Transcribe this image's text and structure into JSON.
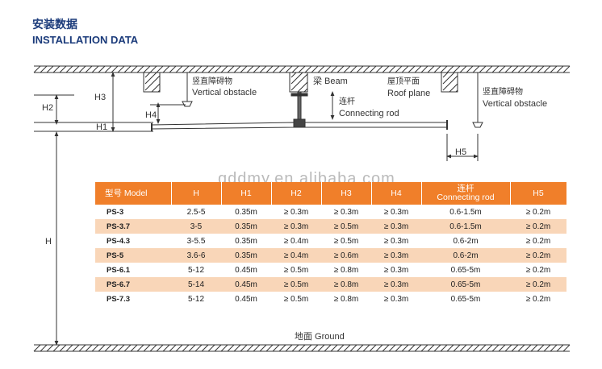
{
  "heading": {
    "cn": "安装数据",
    "en": "INSTALLATION DATA"
  },
  "diagram": {
    "labels": {
      "H": "H",
      "H1": "H1",
      "H2": "H2",
      "H3": "H3",
      "H4": "H4",
      "H5": "H5",
      "obstacle_left_cn": "竖直障碍物",
      "obstacle_left_en": "Vertical obstacle",
      "beam": "梁 Beam",
      "roof_cn": "屋顶平面",
      "roof_en": "Roof plane",
      "rod_cn": "连杆",
      "rod_en": "Connecting rod",
      "obstacle_right_cn": "竖直障碍物",
      "obstacle_right_en": "Vertical obstacle"
    },
    "ground": "地面 Ground",
    "watermark": "qddmy.en.alibaba.com"
  },
  "table": {
    "headers": [
      "型号 Model",
      "H",
      "H1",
      "H2",
      "H3",
      "H4",
      "连杆",
      "H5"
    ],
    "rod_header_en": "Connecting rod",
    "rows": [
      [
        "PS-3",
        "2.5-5",
        "0.35m",
        "≥ 0.3m",
        "≥ 0.3m",
        "≥ 0.3m",
        "0.6-1.5m",
        "≥ 0.2m"
      ],
      [
        "PS-3.7",
        "3-5",
        "0.35m",
        "≥ 0.3m",
        "≥ 0.5m",
        "≥ 0.3m",
        "0.6-1.5m",
        "≥ 0.2m"
      ],
      [
        "PS-4.3",
        "3-5.5",
        "0.35m",
        "≥ 0.4m",
        "≥ 0.5m",
        "≥ 0.3m",
        "0.6-2m",
        "≥ 0.2m"
      ],
      [
        "PS-5",
        "3.6-6",
        "0.35m",
        "≥ 0.4m",
        "≥ 0.6m",
        "≥ 0.3m",
        "0.6-2m",
        "≥ 0.2m"
      ],
      [
        "PS-6.1",
        "5-12",
        "0.45m",
        "≥ 0.5m",
        "≥ 0.8m",
        "≥ 0.3m",
        "0.65-5m",
        "≥ 0.2m"
      ],
      [
        "PS-6.7",
        "5-14",
        "0.45m",
        "≥ 0.5m",
        "≥ 0.8m",
        "≥ 0.3m",
        "0.65-5m",
        "≥ 0.2m"
      ],
      [
        "PS-7.3",
        "5-12",
        "0.45m",
        "≥ 0.5m",
        "≥ 0.8m",
        "≥ 0.3m",
        "0.65-5m",
        "≥ 0.2m"
      ]
    ]
  },
  "colors": {
    "accent": "#f07f2a",
    "row_alt": "#f9d6b8",
    "heading": "#1a3a7a",
    "line": "#333333"
  }
}
